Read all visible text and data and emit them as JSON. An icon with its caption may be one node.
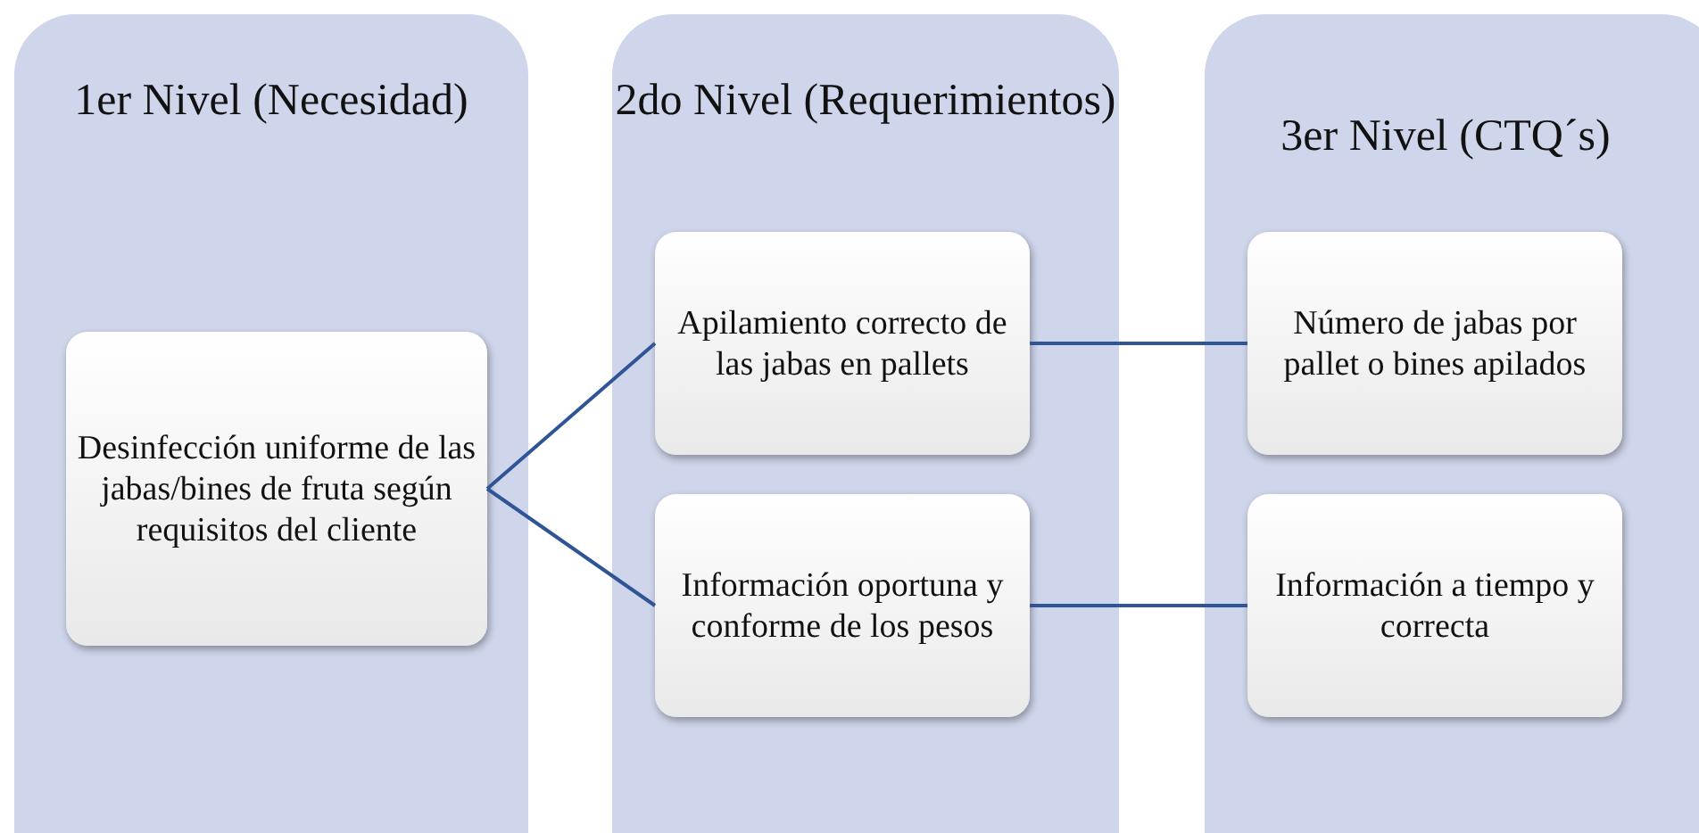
{
  "diagram": {
    "nodes": [
      {
        "text": [
          "1er Nivel (Necesidad)"
        ]
      },
      {
        "text": [
          "2do Nivel (Requerimientos)"
        ]
      },
      {
        "text": [
          "3er Nivel (CTQ´s)"
        ]
      },
      {
        "text": [
          "Desinfección uniforme de las jabas/bines de fruta según requisitos del cliente"
        ],
        "in": 0
      },
      {
        "text": [
          "Apilamiento correcto de las jabas en pallets"
        ],
        "in": 1
      },
      {
        "text": [
          "Información oportuna y conforme de los pesos"
        ],
        "in": 1
      },
      {
        "text": [
          "Número de jabas por pallet o bines apilados"
        ],
        "in": 2
      },
      {
        "text": [
          "Información a tiempo y correcta"
        ],
        "in": 2
      }
    ],
    "edges": [
      {
        "from": 3,
        "to": 4,
        "arrow": "none"
      },
      {
        "from": 3,
        "to": 5,
        "arrow": "none"
      },
      {
        "from": 4,
        "to": 6,
        "arrow": "none"
      },
      {
        "from": 5,
        "to": 7,
        "arrow": "none"
      }
    ]
  }
}
